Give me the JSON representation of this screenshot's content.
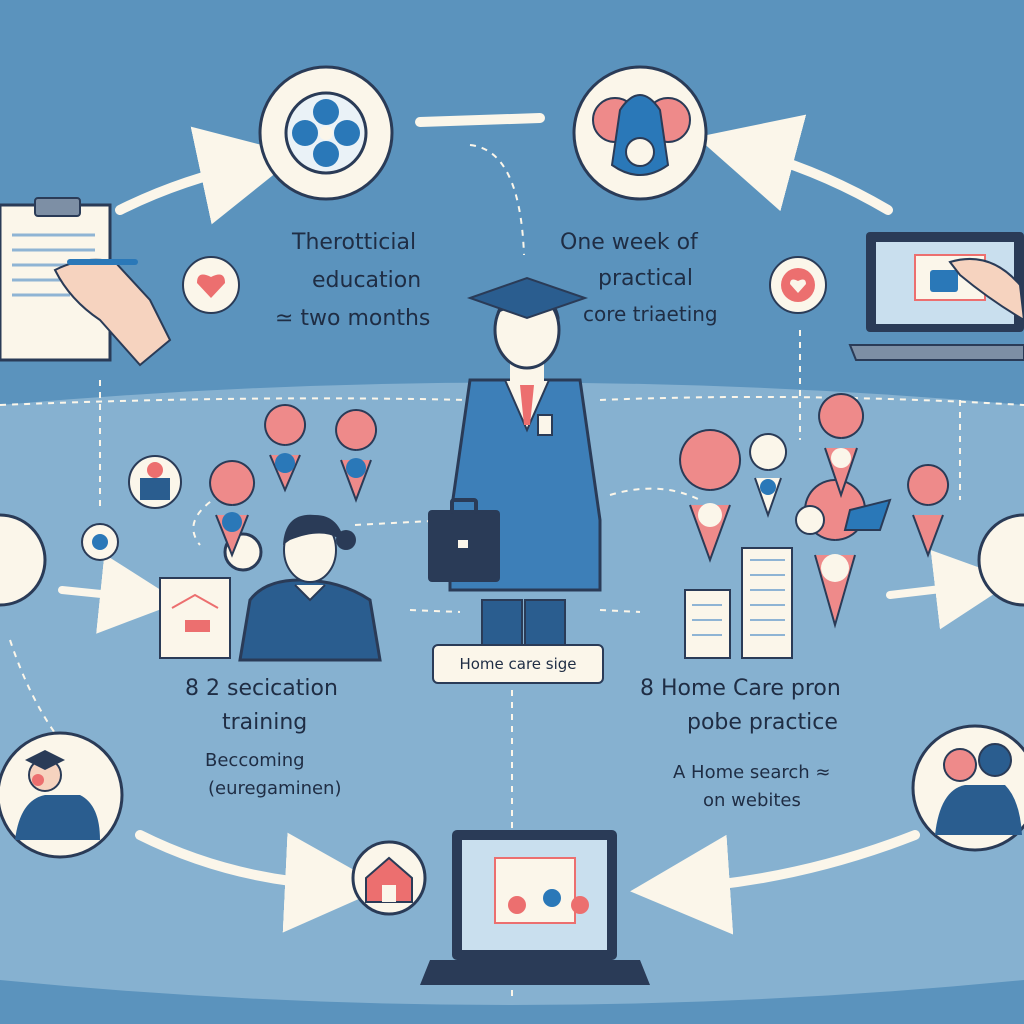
{
  "colors": {
    "background": "#5b93bd",
    "band": "#b9d4e4",
    "navy": "#2a5d8f",
    "coral": "#ec6f6f",
    "cream": "#fbf6ea",
    "ink": "#1f2d44"
  },
  "labels": {
    "theory": [
      "Therotticial",
      "education",
      "≃ two months"
    ],
    "practical": [
      "One week of",
      "practical",
      "core triaeting"
    ],
    "center_box": "Home care sige",
    "specialization": [
      "8 2 secication",
      "training",
      "Beccoming",
      "(euregaminen)"
    ],
    "home_care": [
      "8  Home Care pron",
      "pobe practice",
      "A Home search ≈",
      "on webites"
    ]
  },
  "icons": [
    "clipboard-icon",
    "writing-hand-icon",
    "flower-badge-icon",
    "bunny-badge-icon",
    "laptop-icon",
    "heart-badge-icon",
    "graduate-figure-icon",
    "briefcase-icon",
    "student-figure-icon",
    "map-pin-icon",
    "building-icon",
    "house-icon",
    "group-people-icon",
    "graduates-icon",
    "laptop-presentation-icon"
  ]
}
